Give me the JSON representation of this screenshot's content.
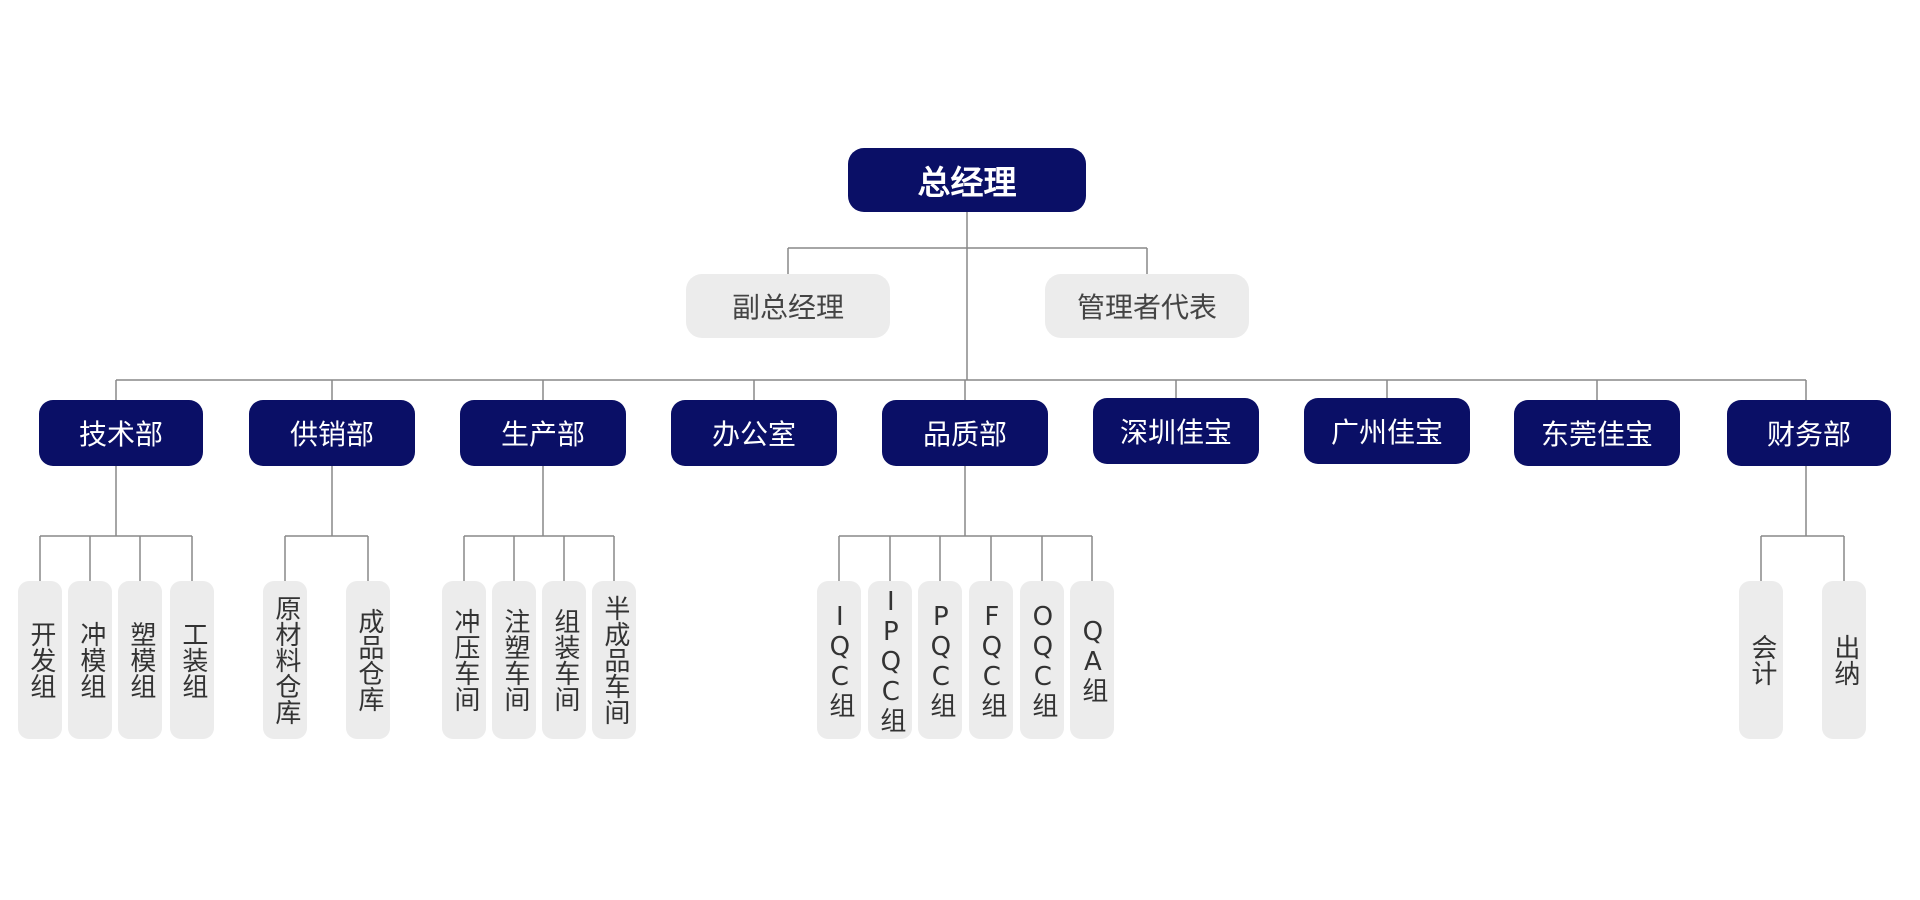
{
  "colors": {
    "primary_box": "#0a0f66",
    "primary_text": "#ffffff",
    "secondary_box": "#ececec",
    "secondary_text": "#444444",
    "connector": "#888888"
  },
  "org": {
    "ceo": "总经理",
    "deputies": [
      "副总经理",
      "管理者代表"
    ],
    "departments": [
      {
        "name": "技术部",
        "teams": [
          "开发组",
          "冲模组",
          "塑模组",
          "工装组"
        ]
      },
      {
        "name": "供销部",
        "teams": [
          "原材料仓库",
          "成品仓库"
        ]
      },
      {
        "name": "生产部",
        "teams": [
          "冲压车间",
          "注塑车间",
          "组装车间",
          "半成品车间"
        ]
      },
      {
        "name": "办公室",
        "teams": []
      },
      {
        "name": "品质部",
        "teams": [
          "IQC组",
          "IPQC组",
          "PQC组",
          "FQC组",
          "OQC组",
          "QA组"
        ]
      },
      {
        "name": "深圳佳宝",
        "teams": []
      },
      {
        "name": "广州佳宝",
        "teams": []
      },
      {
        "name": "东莞佳宝",
        "teams": []
      },
      {
        "name": "财务部",
        "teams": [
          "会计",
          "出纳"
        ]
      }
    ]
  }
}
